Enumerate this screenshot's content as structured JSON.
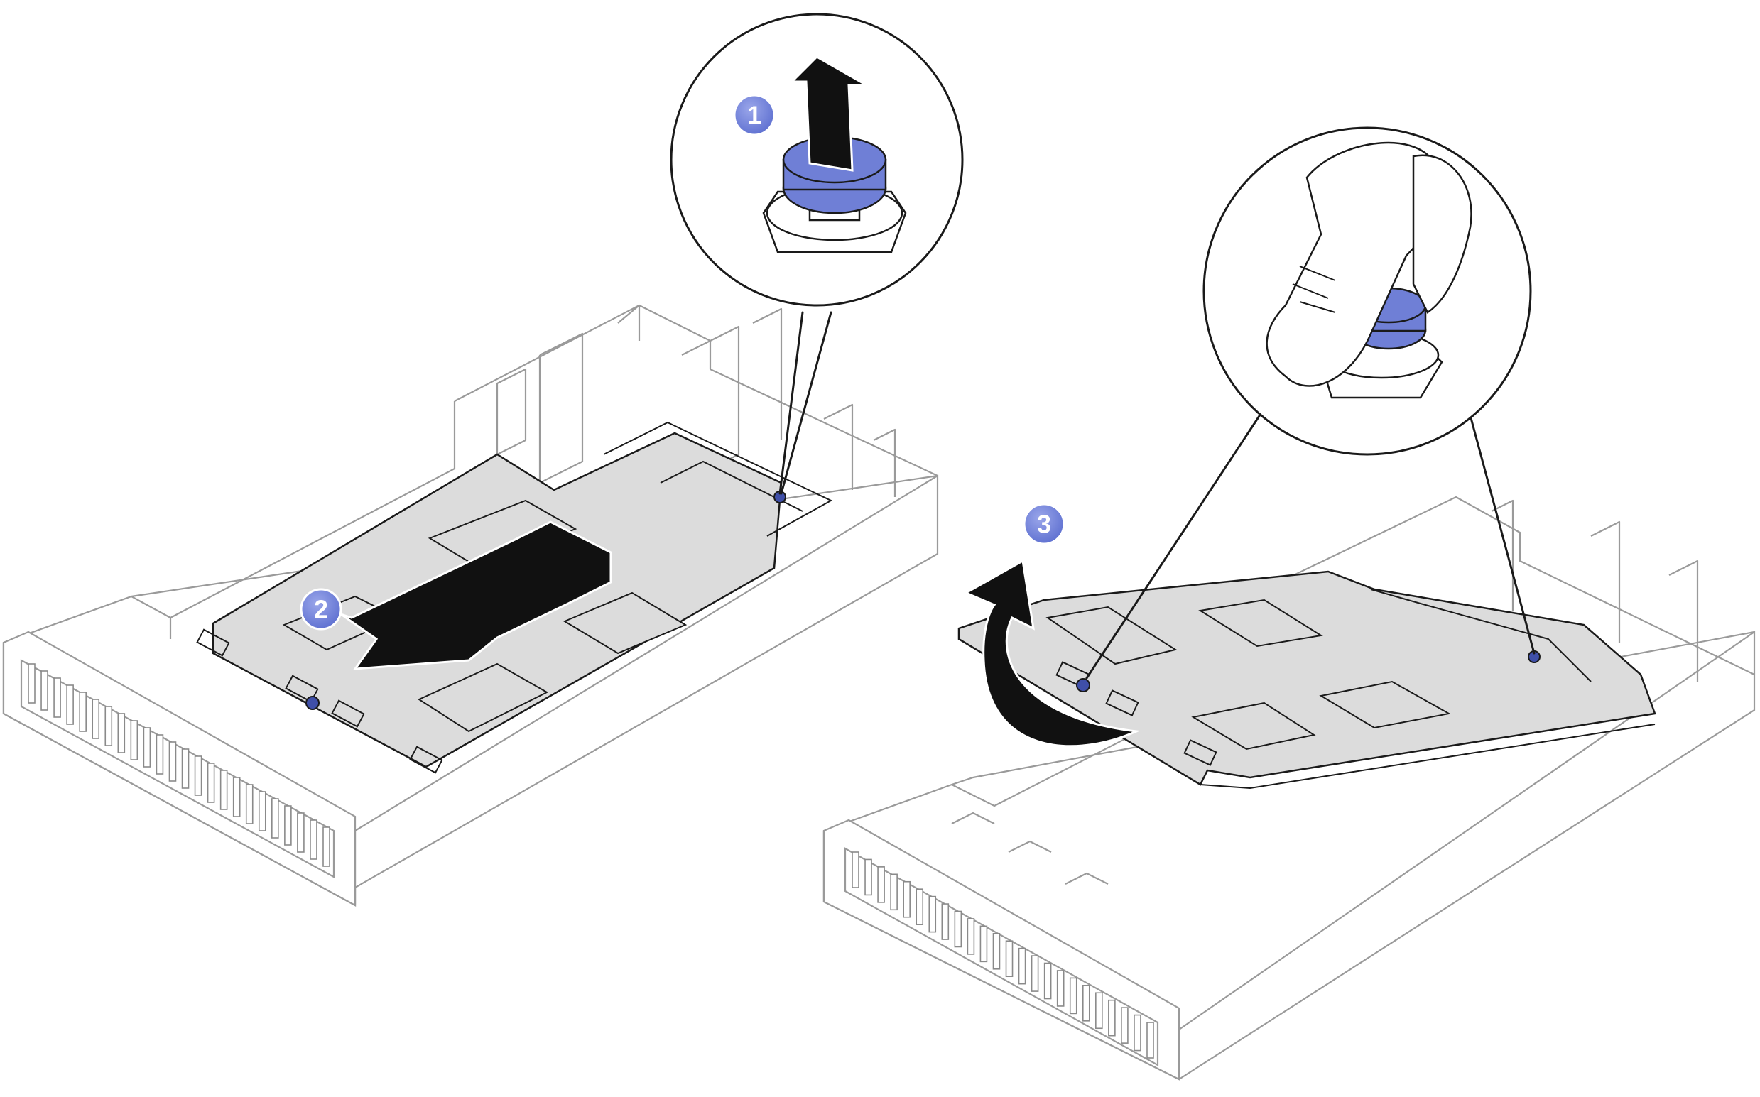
{
  "steps": [
    {
      "number": "1"
    },
    {
      "number": "2"
    },
    {
      "number": "3"
    }
  ],
  "colors": {
    "step_badge": "#5d6fd0",
    "thumbscrew": "#6f7fd6",
    "air_baffle_plate": "#dcdcdc",
    "arrow": "#111111"
  },
  "icons": {
    "step1_arrow": "arrow-up-icon",
    "step2_arrow": "arrow-slide-left-icon",
    "step3_arrow": "arrow-curved-lift-icon"
  }
}
